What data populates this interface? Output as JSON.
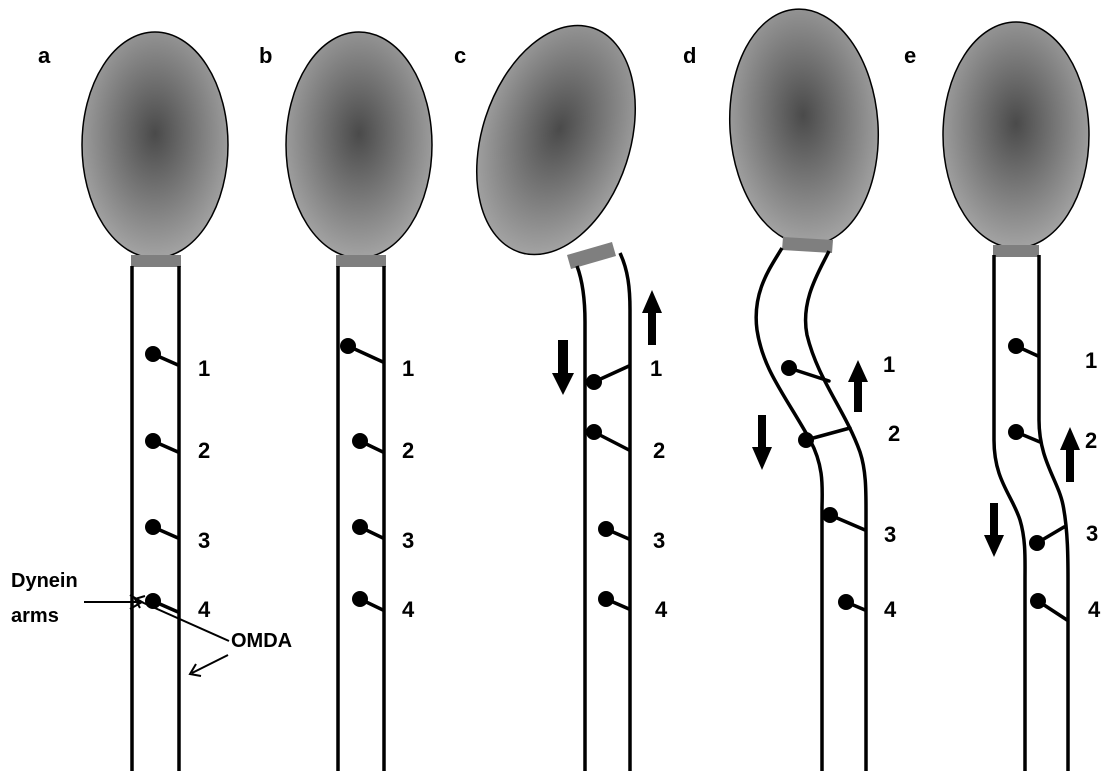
{
  "panels": [
    {
      "label": "a",
      "arms": [
        "1",
        "2",
        "3",
        "4"
      ]
    },
    {
      "label": "b",
      "arms": [
        "1",
        "2",
        "3",
        "4"
      ]
    },
    {
      "label": "c",
      "arms": [
        "1",
        "2",
        "3",
        "4"
      ]
    },
    {
      "label": "d",
      "arms": [
        "1",
        "2",
        "3",
        "4"
      ]
    },
    {
      "label": "e",
      "arms": [
        "1",
        "2",
        "3",
        "4"
      ]
    }
  ],
  "annotations": {
    "dynein_line1": "Dynein",
    "dynein_line2": "arms",
    "omda": "OMDA"
  },
  "colors": {
    "head_center": "#4a4a4a",
    "head_edge": "#a3a3a3",
    "neck": "#7f7f7f",
    "line": "#000000"
  }
}
